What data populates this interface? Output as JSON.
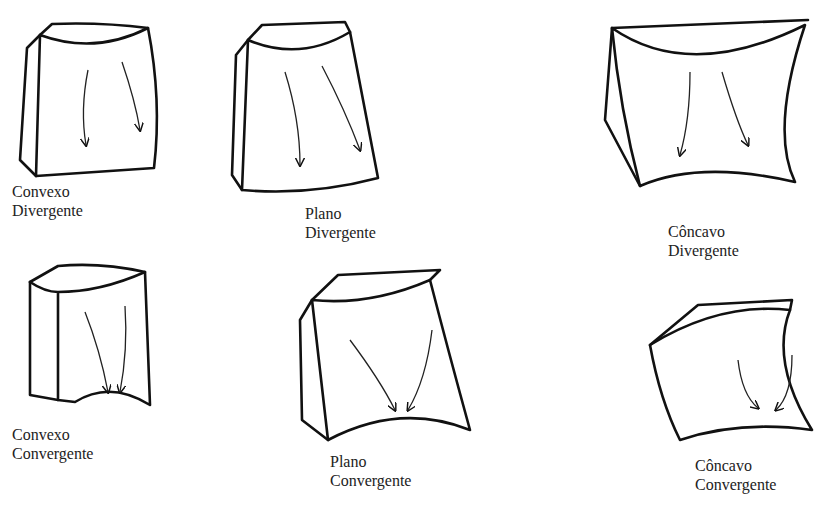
{
  "diagram": {
    "labels": [
      "Convexo Divergente",
      "Plano Divergente",
      "Côncavo Divergente",
      "Convexo Convergente",
      "Plano Convergente",
      "Côncavo Convergente"
    ]
  }
}
